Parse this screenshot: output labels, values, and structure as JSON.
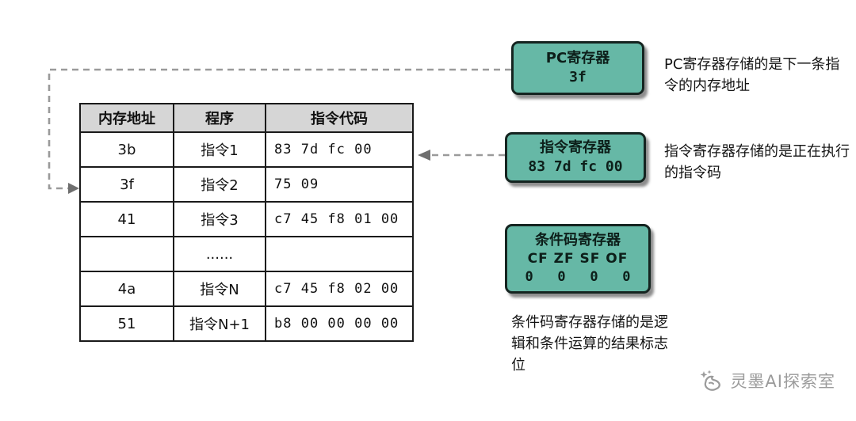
{
  "colors": {
    "register_bg": "#66b8a6",
    "table_header_bg": "#d6d6d6",
    "border": "#1a1a1a",
    "arrow": "#9a9a9a",
    "arrowhead": "#6f6f6f",
    "watermark": "#9b9b9b"
  },
  "memory_table": {
    "headers": {
      "address": "内存地址",
      "program": "程序",
      "code": "指令代码"
    },
    "rows": [
      {
        "addr": "3b",
        "prog": "指令1",
        "code": "83 7d fc 00"
      },
      {
        "addr": "3f",
        "prog": "指令2",
        "code": "75 09"
      },
      {
        "addr": "41",
        "prog": "指令3",
        "code": "c7 45 f8 01 00"
      },
      {
        "addr": "",
        "prog": "......",
        "code": ""
      },
      {
        "addr": "4a",
        "prog": "指令N",
        "code": "c7 45 f8 02 00"
      },
      {
        "addr": "51",
        "prog": "指令N+1",
        "code": "b8 00 00 00 00"
      }
    ]
  },
  "registers": {
    "pc": {
      "title": "PC寄存器",
      "value": "3f",
      "note": "PC寄存器存储的是下一条指令的内存地址"
    },
    "ir": {
      "title": "指令寄存器",
      "value": "83 7d fc 00",
      "note": "指令寄存器存储的是正在执行的指令码"
    },
    "cc": {
      "title": "条件码寄存器",
      "flags": "CF ZF SF OF",
      "values": "0   0   0   0",
      "note": "条件码寄存器存储的是逻辑和条件运算的结果标志位"
    }
  },
  "watermark": {
    "label": "灵墨AI探索室"
  }
}
